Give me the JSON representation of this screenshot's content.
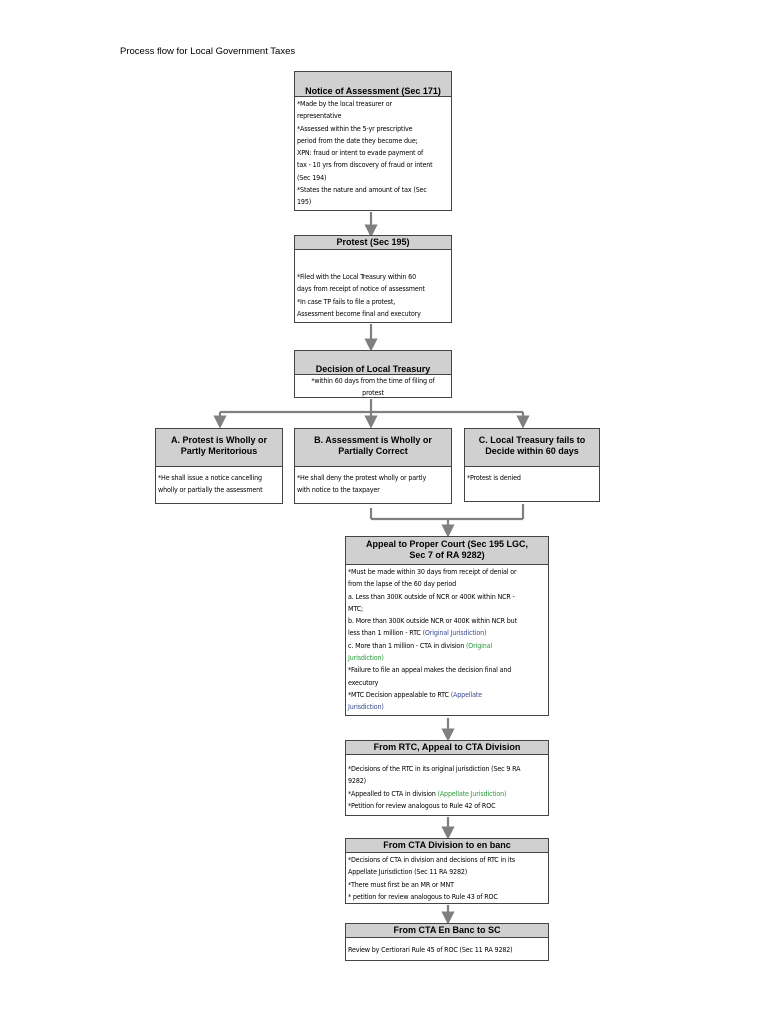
{
  "title": "Process flow for Local Government Taxes",
  "colors": {
    "header_fill": "#d0d0d0",
    "connector": "#808080",
    "blue_text": "#3b4a8f",
    "green_text": "#2a9a3a"
  },
  "notice": {
    "header": "Notice of Assessment (Sec 171)",
    "lines": [
      "*Made by the local treasurer or",
      "representative",
      "*Assessed within the 5-yr prescriptive",
      "period from the date they become due;",
      "XPN: fraud or intent to evade payment of",
      "tax - 10 yrs from discovery of fraud or intent",
      "(Sec 194)",
      "*States the nature and amount of tax (Sec",
      "195)"
    ]
  },
  "protest": {
    "header": "Protest (Sec 195)",
    "lines": [
      "*Filed with the Local Treasury within 60",
      "days from receipt of notice of assessment",
      "*In case TP fails to file a protest,",
      "Assessment become final and executory"
    ]
  },
  "decision": {
    "header": "Decision of Local Treasury",
    "lines": [
      "*within 60 days from the time of filing of",
      "protest"
    ]
  },
  "branch_a": {
    "header_lines": [
      "A. Protest is Wholly or",
      "Partly Meritorious"
    ],
    "lines": [
      "*He shall issue a notice cancelling",
      "wholly or partially the assessment"
    ]
  },
  "branch_b": {
    "header_lines": [
      "B. Assessment is Wholly or",
      "Partially Correct"
    ],
    "lines": [
      "*He shall deny the protest wholly or partly",
      "with notice to the taxpayer"
    ]
  },
  "branch_c": {
    "header_lines": [
      "C. Local Treasury fails to",
      "Decide within 60 days"
    ],
    "lines": [
      "*Protest is denied"
    ]
  },
  "appeal": {
    "header_lines": [
      "Appeal to Proper Court (Sec 195 LGC,",
      "Sec 7 of RA 9282)"
    ],
    "l1": "*Must be made within 30 days from receipt of denial or",
    "l2": "from the lapse of the 60 day period",
    "l3": "a. Less than 300K outside of NCR or 400K within NCR -",
    "l4": "MTC;",
    "l5": "b. More than 300K outside NCR or 400K within NCR but",
    "l6": "less than 1 million - RTC ",
    "l6_colored": "(Original Jurisdiction)",
    "l7": "c. More than 1 million - CTA in division ",
    "l7_colored": "(Original",
    "l8_colored": "Jurisdiction)",
    "l9": "*Failure to file an appeal makes the decision final and",
    "l10": "executory",
    "l11": "*MTC Decision appealable to RTC ",
    "l11_colored": "(Appellate",
    "l12_colored": "Jurisdiction)"
  },
  "rtc": {
    "header": "From RTC, Appeal to CTA Division",
    "l1": "*Decisions of the RTC in its original jurisdiction (Sec 9 RA",
    "l2": "9282)",
    "l3": "*Appealled to CTA in division ",
    "l3_colored": "(Appellate Jurisdiction)",
    "l4": "*Petition for review analogous to Rule 42 of ROC"
  },
  "cta_div": {
    "header": "From CTA Division to en banc",
    "lines": [
      "*Decisions of CTA in division and decisions of RTC in its",
      "Appellate Jurisdiction (Sec 11 RA 9282)",
      "*There must first be an MR or MNT",
      "* petition for review analogous to Rule 43 of ROC"
    ]
  },
  "cta_banc": {
    "header": "From CTA En Banc to SC",
    "lines": [
      "Review by Certiorari Rule 45 of ROC (Sec 11 RA 9282)"
    ]
  }
}
